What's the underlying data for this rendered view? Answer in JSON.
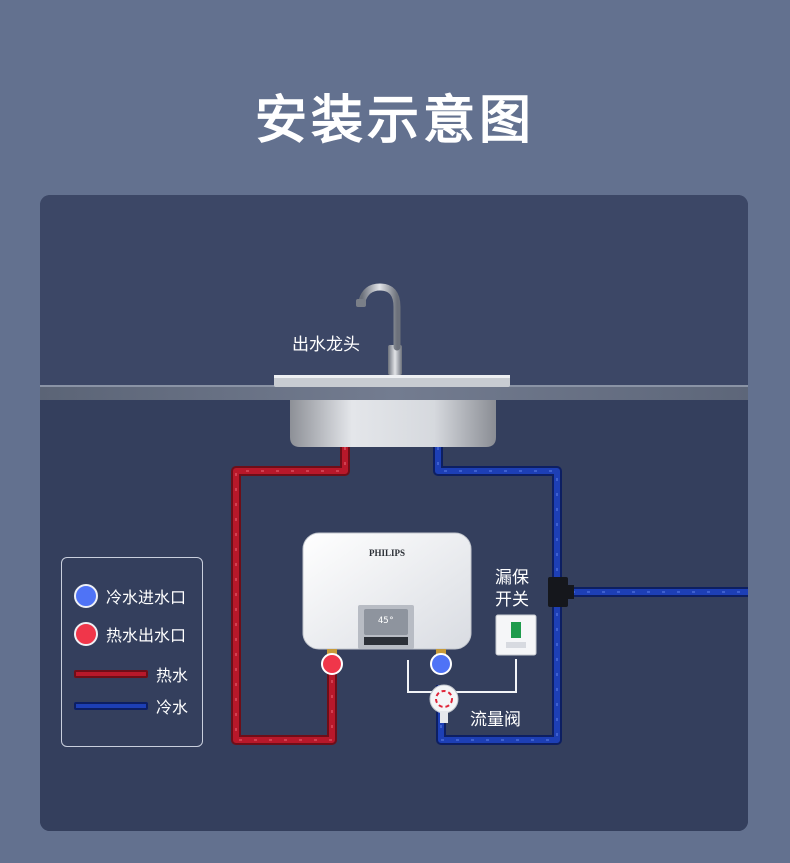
{
  "title": "安装示意图",
  "labels": {
    "faucet": "出水龙头",
    "leak_switch_line1": "漏保",
    "leak_switch_line2": "开关",
    "flow_valve": "流量阀"
  },
  "heater": {
    "brand": "PHILIPS",
    "display": "45°"
  },
  "legend": {
    "cold_inlet": "冷水进水口",
    "hot_outlet": "热水出水口",
    "hot_water": "热水",
    "cold_water": "冷水"
  },
  "colors": {
    "background": "#63718f",
    "panel": "#3b4664",
    "hot": "#b8182a",
    "cold": "#1d3fb5",
    "hot_dot": "#f0364a",
    "cold_dot": "#4f73f6"
  }
}
